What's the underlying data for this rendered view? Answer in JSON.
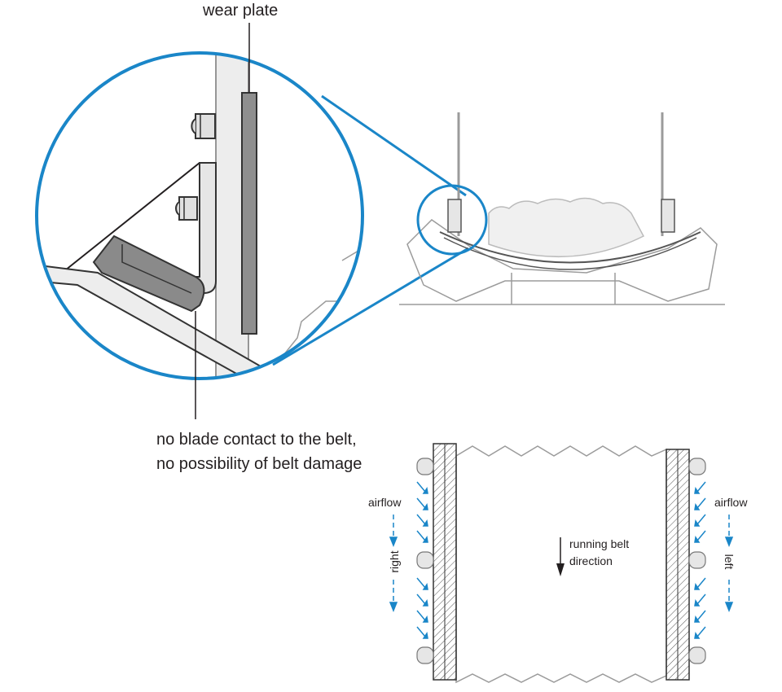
{
  "labels": {
    "wear_plate": "wear plate",
    "note_line1": "no blade contact to the belt,",
    "note_line2": "no possibility of belt damage",
    "airflow_left": "airflow",
    "airflow_right": "airflow",
    "direction_right": "right",
    "direction_left": "left",
    "running_line1": "running belt",
    "running_line2": "direction"
  },
  "colors": {
    "accent_blue": "#1a86c8",
    "line_dark": "#231f20",
    "line_gray": "#9b9b9b",
    "blade_gray": "#8a8a8a",
    "plate_fill": "#e6e6e6"
  },
  "icons": [
    "zoom-circle",
    "airflow-arrow",
    "belt-direction-arrow"
  ]
}
